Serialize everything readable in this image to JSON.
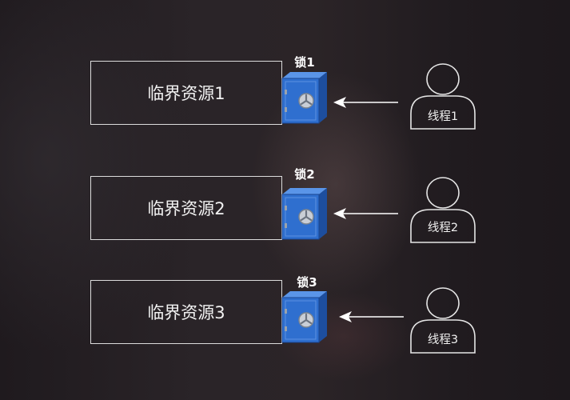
{
  "colors": {
    "line": "#dcdcdc",
    "text": "#f2f2f2",
    "safe_front": "#2f6fcf",
    "safe_side": "#1d4e9e",
    "safe_top": "#5a95e8"
  },
  "icons": {
    "lock": "safe-icon",
    "thread": "person-icon"
  },
  "rows": [
    {
      "resource": "临界资源1",
      "lock": "锁1",
      "thread": "线程1"
    },
    {
      "resource": "临界资源2",
      "lock": "锁2",
      "thread": "线程2"
    },
    {
      "resource": "临界资源3",
      "lock": "锁3",
      "thread": "线程3"
    }
  ]
}
